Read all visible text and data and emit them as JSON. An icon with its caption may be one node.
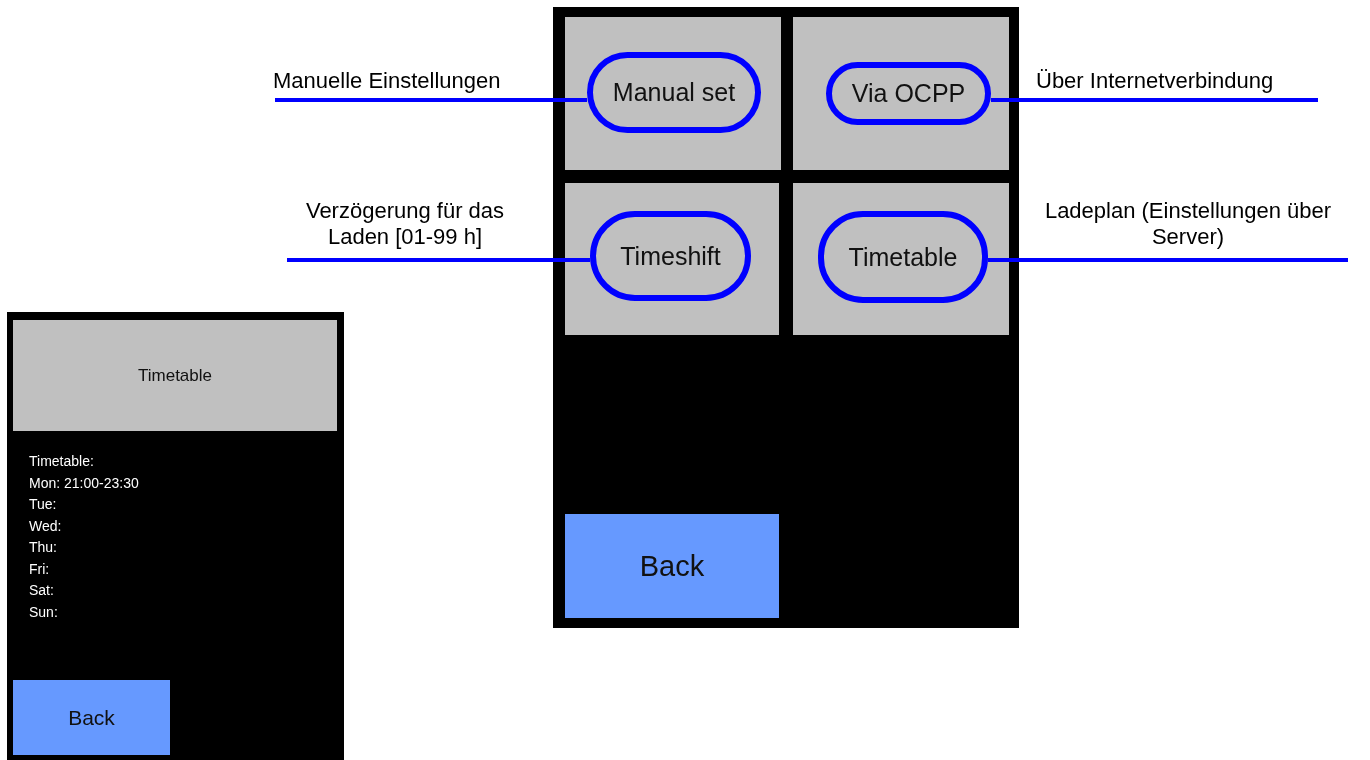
{
  "diagram": {
    "nodes": [
      {
        "text": [
          "Manuelle Einstellungen"
        ]
      },
      {
        "text": [
          "Manual set"
        ]
      },
      {
        "text": [
          "Via OCPP"
        ]
      },
      {
        "text": [
          "Über Internetverbindung"
        ]
      },
      {
        "text": [
          "Verzögerung für das Laden [01-99 h]"
        ]
      },
      {
        "text": [
          "Timeshift"
        ]
      },
      {
        "text": [
          "Timetable"
        ]
      },
      {
        "text": [
          "Ladeplan (Einstellungen über Server)"
        ]
      },
      {
        "text": [
          "Back"
        ]
      },
      {
        "text": [
          "Timetable"
        ]
      },
      {
        "text": [
          "Back"
        ]
      }
    ],
    "edges": [
      {
        "from": 0,
        "to": 1,
        "arrow": "none"
      },
      {
        "from": 3,
        "to": 2,
        "arrow": "none"
      },
      {
        "from": 4,
        "to": 5,
        "arrow": "none"
      },
      {
        "from": 7,
        "to": 6,
        "arrow": "none"
      }
    ],
    "labels": [
      "Timetable:",
      "Mon: 21:00-23:30",
      "Tue:",
      "Wed:",
      "Thu:",
      "Fri:",
      "Sat:",
      "Sun:"
    ]
  }
}
